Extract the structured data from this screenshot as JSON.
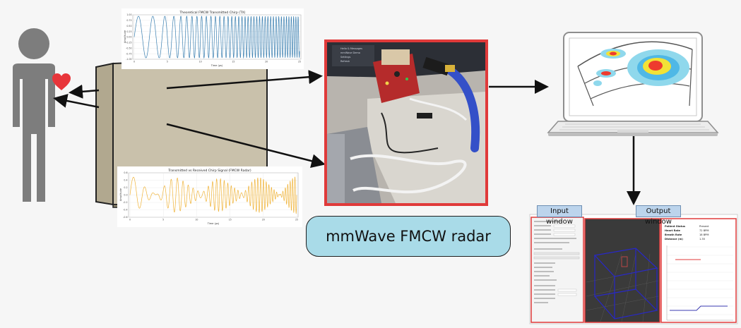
{
  "radar_label": "mmWave FMCW radar",
  "tx_plot": {
    "title": "Theoretical FMCW Transmitted Chirp (TX)",
    "xlabel": "Time (µs)",
    "ylabel": "Amplitude",
    "yticks": [
      "1.00",
      "0.75",
      "0.50",
      "0.25",
      "0.00",
      "-0.25",
      "-0.50",
      "-0.75",
      "-1.00"
    ],
    "xticks": [
      "0",
      "5",
      "10",
      "15",
      "20",
      "25"
    ],
    "color": "#3a7fb0"
  },
  "rx_plot": {
    "title": "Transmitted vs Received Chirp Signal (FMCW Radar)",
    "xlabel": "Time (µs)",
    "ylabel": "Amplitude",
    "yticks": [
      "0.6",
      "0.4",
      "0.2",
      "0.0",
      "-0.2",
      "-0.4",
      "-0.6"
    ],
    "xticks": [
      "0",
      "5",
      "10",
      "15",
      "20",
      "25"
    ],
    "color": "#f0b43a"
  },
  "software": {
    "input_label": "Input window",
    "output_label": "Output window",
    "vitals": [
      {
        "label": "Patient Status",
        "value": "Present"
      },
      {
        "label": "Heart Rate",
        "value": "72 BPM"
      },
      {
        "label": "Breath Rate",
        "value": "18 BPM"
      },
      {
        "label": "Distance (m)",
        "value": "1.35"
      }
    ]
  },
  "colors": {
    "person": "#7d7d7d",
    "heart": "#e8353a",
    "wall_face": "#c9c1ab",
    "wall_side": "#b1a88f",
    "photo_border": "#e03a3a",
    "radar_label_fill": "#a9dbe8",
    "window_highlight": "#e03a3a"
  }
}
